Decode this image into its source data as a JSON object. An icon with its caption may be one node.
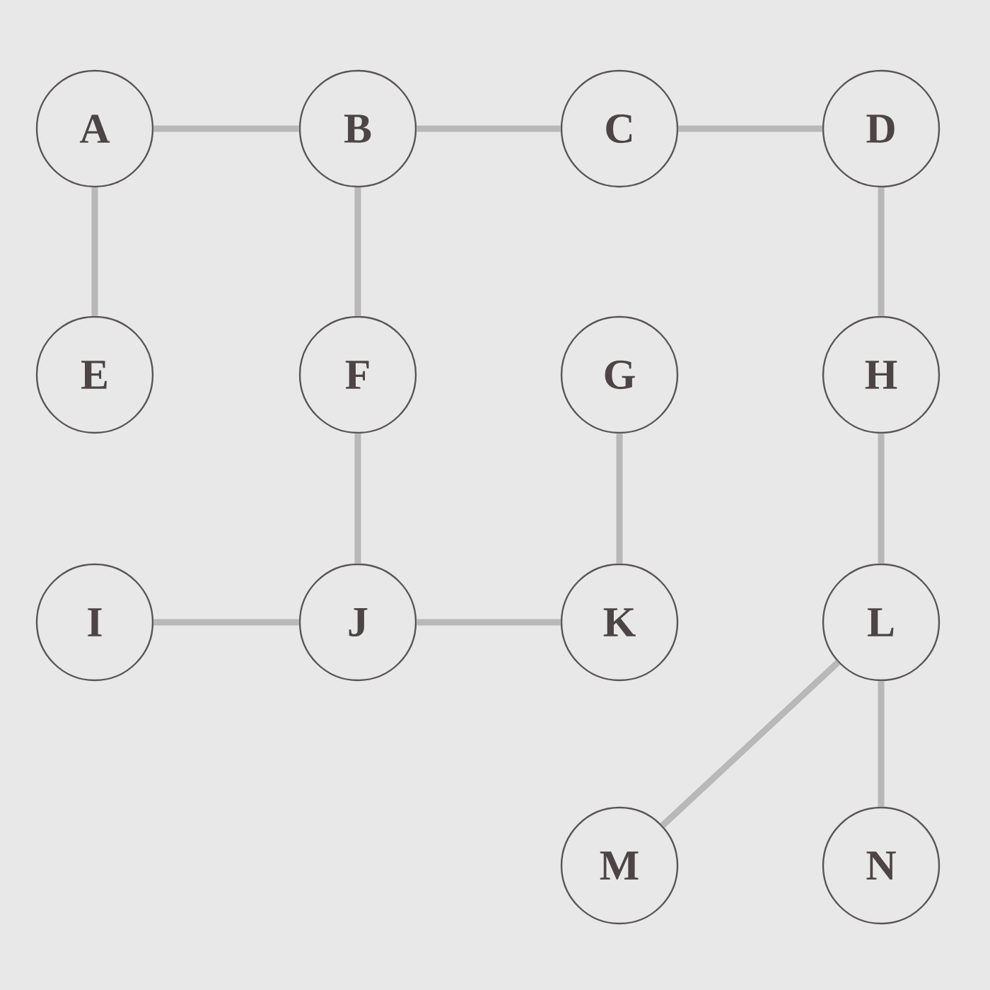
{
  "diagram": {
    "nodes": [
      {
        "text": [
          "A"
        ]
      },
      {
        "text": [
          "B"
        ]
      },
      {
        "text": [
          "C"
        ]
      },
      {
        "text": [
          "D"
        ]
      },
      {
        "text": [
          "E"
        ]
      },
      {
        "text": [
          "F"
        ]
      },
      {
        "text": [
          "G"
        ]
      },
      {
        "text": [
          "H"
        ]
      },
      {
        "text": [
          "I"
        ]
      },
      {
        "text": [
          "J"
        ]
      },
      {
        "text": [
          "K"
        ]
      },
      {
        "text": [
          "L"
        ]
      },
      {
        "text": [
          "M"
        ]
      },
      {
        "text": [
          "N"
        ]
      }
    ],
    "edges": [
      {
        "from": 0,
        "to": 1,
        "arrow": "none"
      },
      {
        "from": 1,
        "to": 2,
        "arrow": "none"
      },
      {
        "from": 2,
        "to": 3,
        "arrow": "none"
      },
      {
        "from": 0,
        "to": 4,
        "arrow": "none"
      },
      {
        "from": 1,
        "to": 5,
        "arrow": "none"
      },
      {
        "from": 3,
        "to": 7,
        "arrow": "none"
      },
      {
        "from": 5,
        "to": 9,
        "arrow": "none"
      },
      {
        "from": 6,
        "to": 10,
        "arrow": "none"
      },
      {
        "from": 7,
        "to": 11,
        "arrow": "none"
      },
      {
        "from": 8,
        "to": 9,
        "arrow": "none"
      },
      {
        "from": 9,
        "to": 10,
        "arrow": "none"
      },
      {
        "from": 11,
        "to": 12,
        "arrow": "none"
      },
      {
        "from": 11,
        "to": 13,
        "arrow": "none"
      }
    ]
  }
}
